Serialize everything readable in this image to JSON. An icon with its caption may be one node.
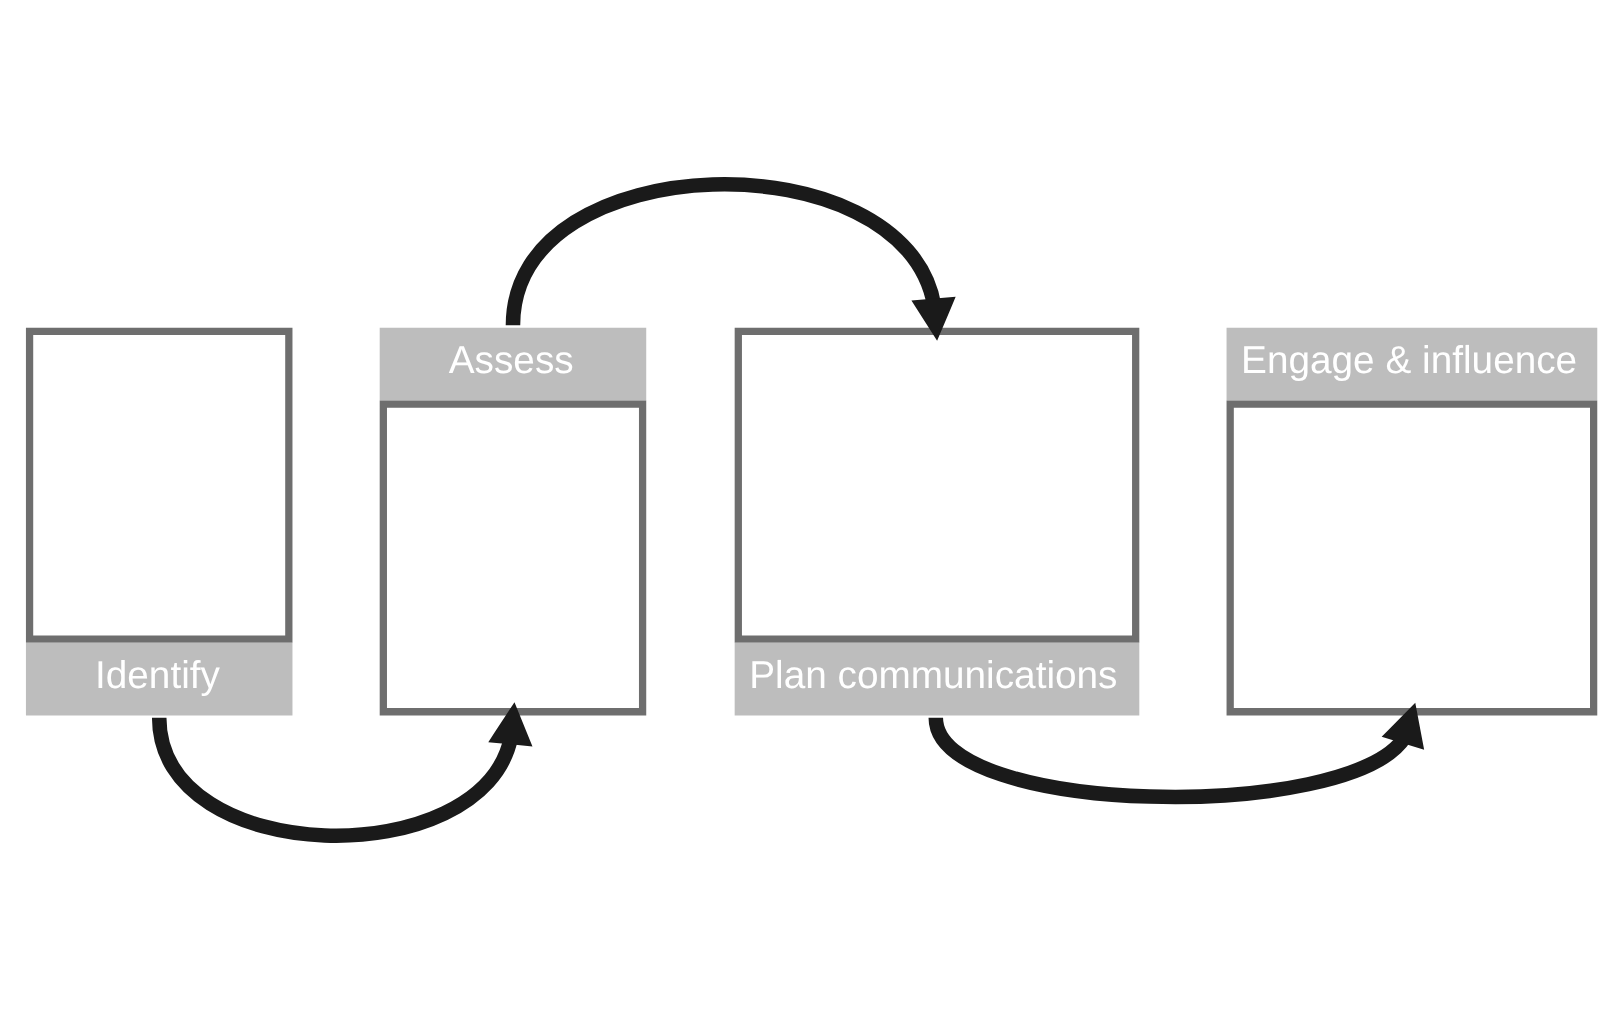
{
  "diagram": {
    "nodes": [
      {
        "text": [
          "Identify"
        ]
      },
      {
        "text": [
          "Assess"
        ]
      },
      {
        "text": [
          "Plan communications"
        ]
      },
      {
        "text": [
          "Engage & influence"
        ]
      }
    ],
    "edges": [
      {
        "from": 0,
        "to": 1,
        "arrow": "to"
      },
      {
        "from": 1,
        "to": 2,
        "arrow": "to"
      },
      {
        "from": 2,
        "to": 3,
        "arrow": "to"
      }
    ]
  }
}
